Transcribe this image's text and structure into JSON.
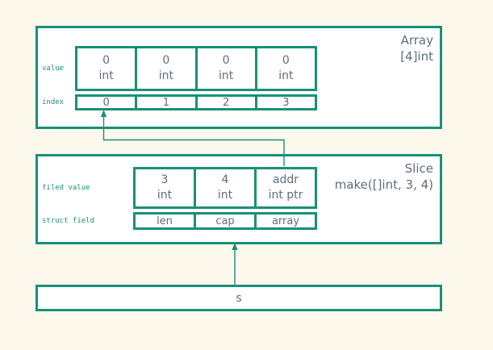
{
  "colors": {
    "accent_teal": "#199077",
    "text_gray": "#5F6D7E",
    "canvas_background": "#FCF8EB",
    "box_background": "#FFFFFF"
  },
  "array_box": {
    "title": "Array",
    "subtitle": "[4]int",
    "value_row_label": "value",
    "index_row_label": "index",
    "cells": [
      {
        "value": "0",
        "type": "int"
      },
      {
        "value": "0",
        "type": "int"
      },
      {
        "value": "0",
        "type": "int"
      },
      {
        "value": "0",
        "type": "int"
      }
    ],
    "indices": [
      "0",
      "1",
      "2",
      "3"
    ]
  },
  "slice_box": {
    "title": "Slice",
    "subtitle": "make([]int, 3, 4)",
    "field_value_row_label": "filed value",
    "struct_field_row_label": "struct field",
    "cells": [
      {
        "value": "3",
        "type": "int"
      },
      {
        "value": "4",
        "type": "int"
      },
      {
        "value": "addr",
        "type": "int ptr"
      }
    ],
    "struct_fields": [
      "len",
      "cap",
      "array"
    ]
  },
  "variable_box": {
    "label": "s"
  }
}
